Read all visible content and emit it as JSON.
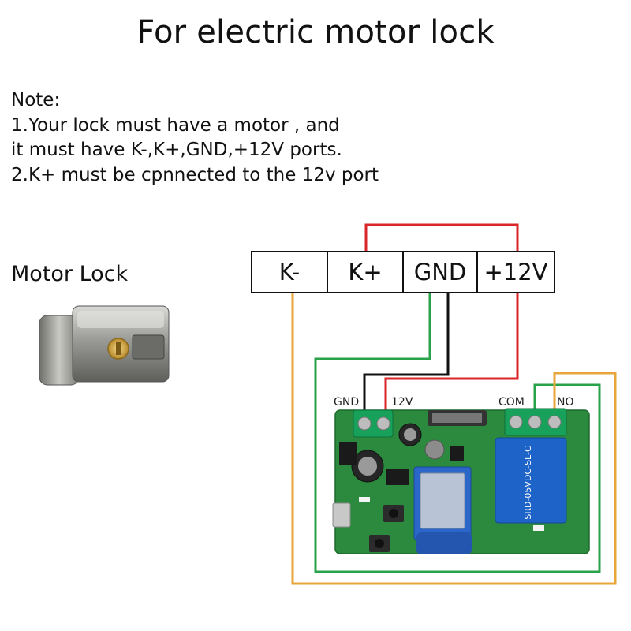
{
  "title": "For electric motor lock",
  "note": {
    "heading": "Note:",
    "line1": "1.Your lock must have a motor , and",
    "line2": "it must have K-,K+,GND,+12V ports.",
    "line3": "2.K+ must be cpnnected to the 12v port"
  },
  "lock_label": "Motor Lock",
  "terminals": [
    "K-",
    "K+",
    "GND",
    "+12V"
  ],
  "board_labels": {
    "gnd": "GND",
    "v12": "12V",
    "com": "COM",
    "no": "NO"
  },
  "wire_colors": {
    "red": "#d9262a",
    "green": "#2aa24a",
    "black": "#111111",
    "orange": "#e8a63a"
  }
}
